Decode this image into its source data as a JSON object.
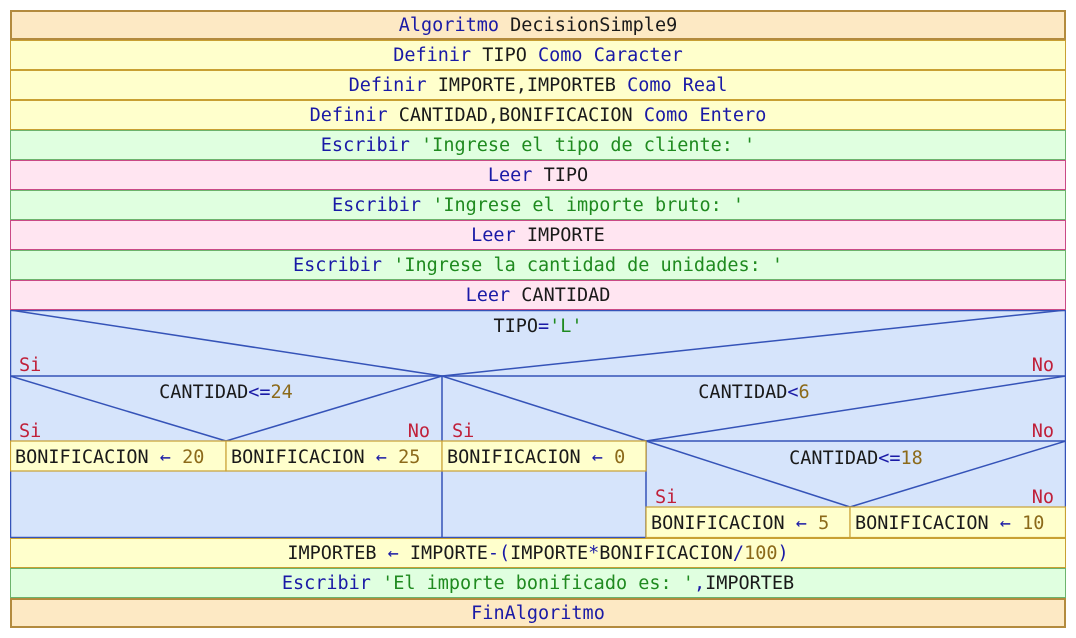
{
  "algorithm": {
    "keyword": "Algoritmo",
    "name": "DecisionSimple9",
    "end": "FinAlgoritmo"
  },
  "definitions": [
    {
      "kw1": "Definir",
      "vars": "TIPO",
      "kw2": "Como",
      "type": "Caracter"
    },
    {
      "kw1": "Definir",
      "vars": "IMPORTE,IMPORTEB",
      "kw2": "Como",
      "type": "Real"
    },
    {
      "kw1": "Definir",
      "vars": "CANTIDAD,BONIFICACION",
      "kw2": "Como",
      "type": "Entero"
    }
  ],
  "io": [
    {
      "kw": "Escribir",
      "text": "'Ingrese el tipo de cliente: '"
    },
    {
      "kw": "Leer",
      "text": "TIPO"
    },
    {
      "kw": "Escribir",
      "text": "'Ingrese el importe bruto: '"
    },
    {
      "kw": "Leer",
      "text": "IMPORTE"
    },
    {
      "kw": "Escribir",
      "text": "'Ingrese la cantidad de unidades: '"
    },
    {
      "kw": "Leer",
      "text": "CANTIDAD"
    }
  ],
  "decision": {
    "main": {
      "var": "TIPO",
      "op": "=",
      "value": "'L'"
    },
    "left": {
      "var": "CANTIDAD",
      "op": "<=",
      "value": "24"
    },
    "right": {
      "var": "CANTIDAD",
      "op": "<",
      "value": "6"
    },
    "right_no": {
      "var": "CANTIDAD",
      "op": "<=",
      "value": "18"
    },
    "yes": "Si",
    "no": "No",
    "assign_var": "BONIFICACION",
    "arrow": "←",
    "values": {
      "a": "20",
      "b": "25",
      "c": "0",
      "d": "5",
      "e": "10"
    }
  },
  "calc": {
    "target": "IMPORTEB",
    "arrow": "←",
    "expr_a": "IMPORTE",
    "minus": "-(",
    "expr_b": "IMPORTE",
    "times": "*",
    "expr_c": "BONIFICACION",
    "div": "/",
    "num": "100",
    "close": ")"
  },
  "final_output": {
    "kw": "Escribir",
    "text": "'El importe bonificado es: '",
    "sep": ",",
    "var": "IMPORTEB"
  },
  "colors": {
    "decision_bg": "#d6e4fb",
    "decision_line": "#3553b8",
    "yes_no": "#c0203a"
  }
}
